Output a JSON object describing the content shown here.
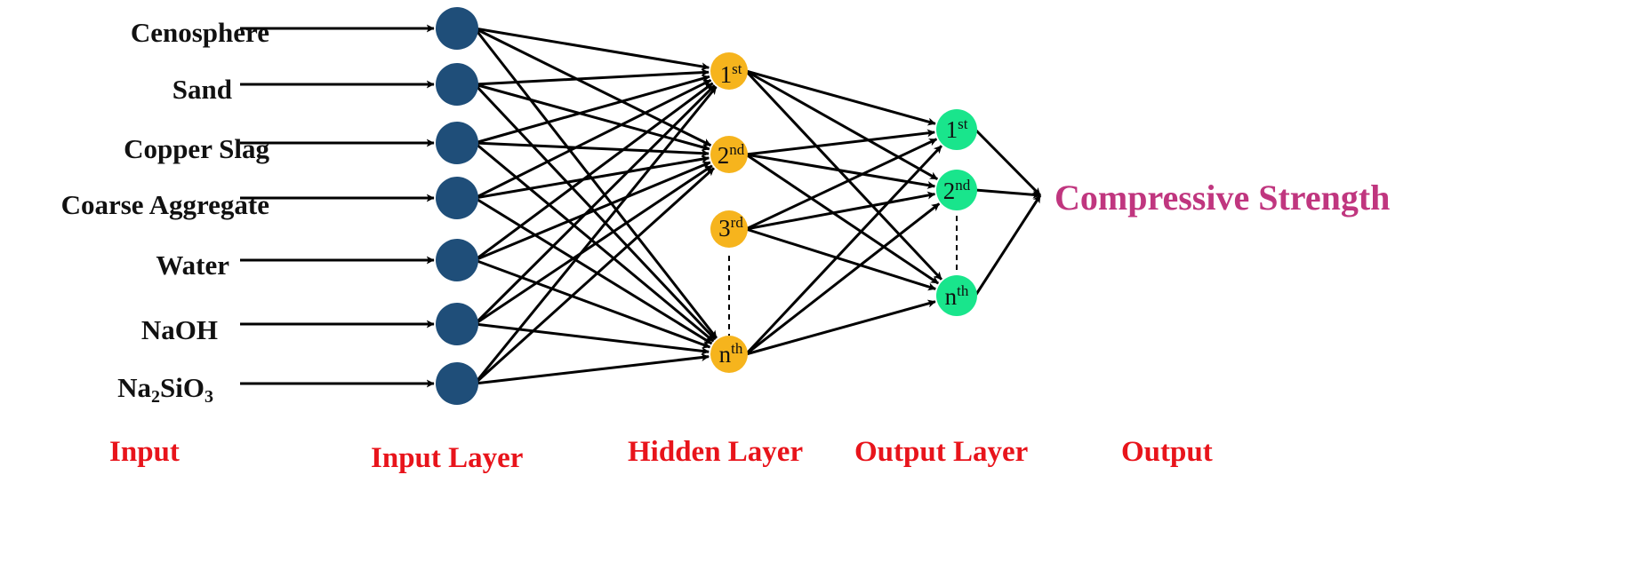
{
  "colors": {
    "input_node": "#1f4e79",
    "hidden_node": "#f6b41d",
    "output_node": "#19e58c",
    "caption": "#e8141b",
    "output_text": "#c0367f",
    "edge": "#000000"
  },
  "inputs": [
    {
      "label": "Cenosphere"
    },
    {
      "label": "Sand"
    },
    {
      "label": "Copper Slag"
    },
    {
      "label": "Coarse Aggregate"
    },
    {
      "label": "Water"
    },
    {
      "label": "NaOH"
    },
    {
      "label_base": "Na",
      "label_sub1": "2",
      "label_mid": "SiO",
      "label_sub2": "3"
    }
  ],
  "hidden_nodes": [
    {
      "base": "1",
      "sup": "st"
    },
    {
      "base": "2",
      "sup": "nd"
    },
    {
      "base": "3",
      "sup": "rd"
    },
    {
      "base": "n",
      "sup": "th"
    }
  ],
  "output_nodes": [
    {
      "base": "1",
      "sup": "st"
    },
    {
      "base": "2",
      "sup": "nd"
    },
    {
      "base": "n",
      "sup": "th"
    }
  ],
  "output": {
    "label": "Compressive Strength"
  },
  "captions": {
    "input": "Input",
    "input_layer": "Input Layer",
    "hidden_layer": "Hidden Layer",
    "output_layer": "Output Layer",
    "output": "Output"
  }
}
